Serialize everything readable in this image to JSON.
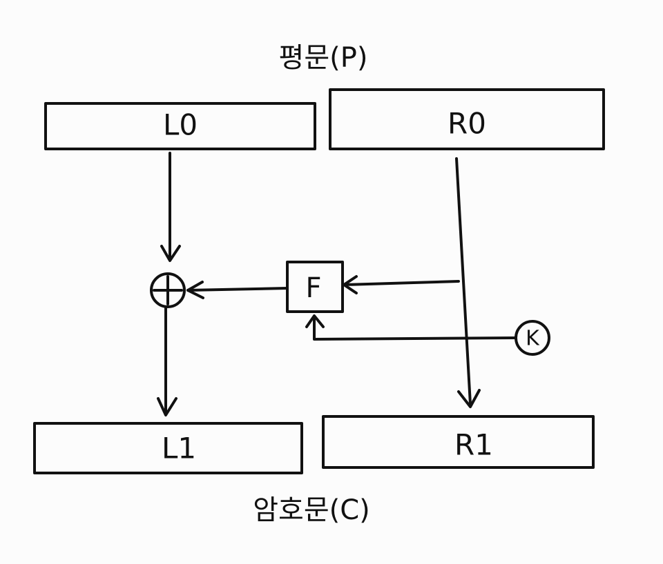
{
  "plaintext_label": "평문(P)",
  "ciphertext_label": "암호문(C)",
  "blocks": {
    "l0": "L0",
    "r0": "R0",
    "l1": "L1",
    "r1": "R1"
  },
  "function_label": "F",
  "key_label": "K",
  "colors": {
    "ink": "#111111",
    "paper": "#fcfcfc"
  }
}
